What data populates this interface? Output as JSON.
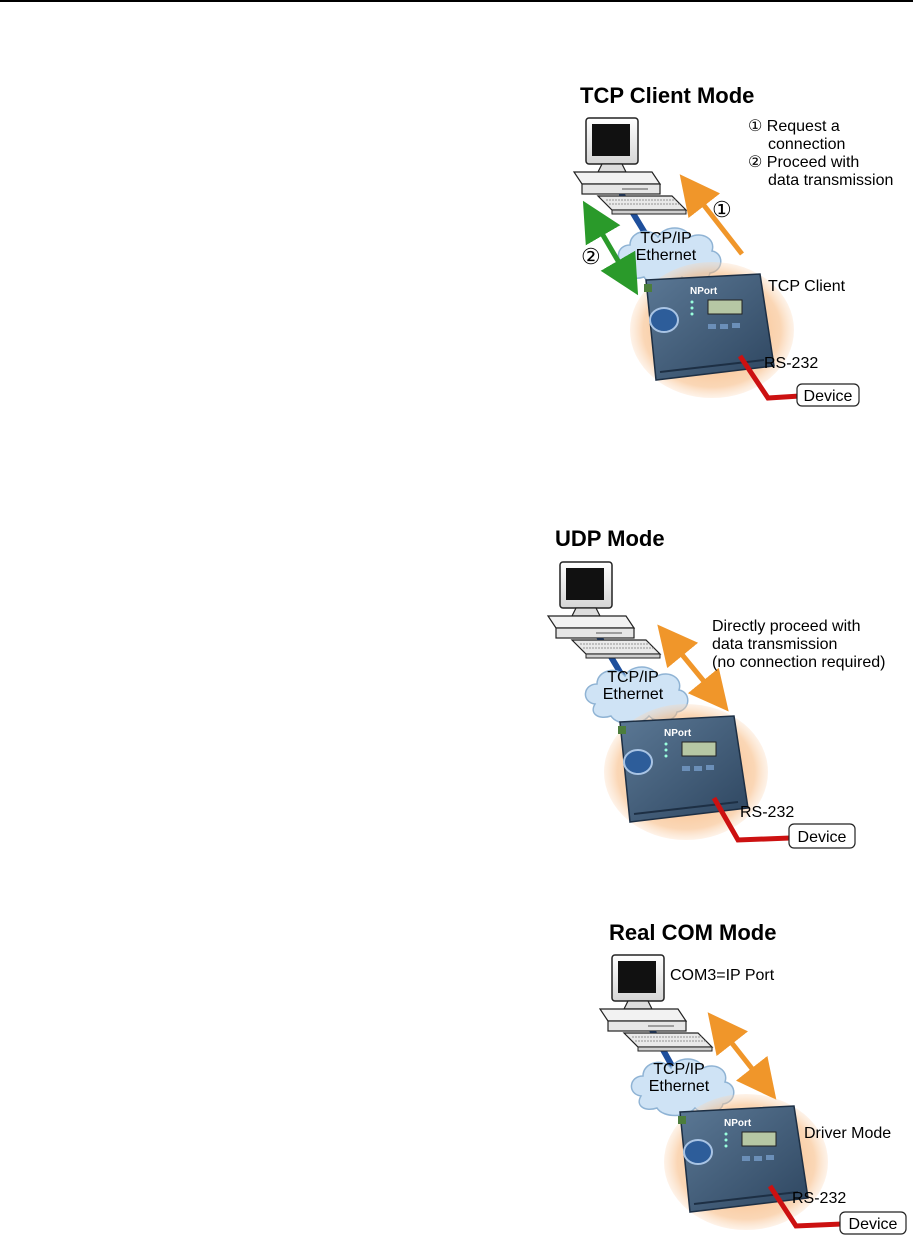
{
  "sections": [
    {
      "title": "TCP Client Mode",
      "cloud": {
        "line1": "TCP/IP",
        "line2": "Ethernet"
      },
      "step1_marker": "①",
      "step2_marker": "②",
      "notes": [
        "① Request a",
        "connection",
        "② Proceed with",
        "data transmission"
      ],
      "device_label": "TCP Client",
      "serial_label": "RS-232",
      "device_box": "Device"
    },
    {
      "title": "UDP Mode",
      "cloud": {
        "line1": "TCP/IP",
        "line2": "Ethernet"
      },
      "notes": [
        "Directly proceed with",
        "data transmission",
        "(no connection required)"
      ],
      "serial_label": "RS-232",
      "device_box": "Device"
    },
    {
      "title": "Real COM Mode",
      "cloud": {
        "line1": "TCP/IP",
        "line2": "Ethernet"
      },
      "pc_label": "COM3=IP Port",
      "device_label": "Driver Mode",
      "serial_label": "RS-232",
      "device_box": "Device"
    }
  ],
  "colors": {
    "ethernet_cable": "#1e4f9c",
    "serial_cable": "#cc1111",
    "request_arrow": "#f0962a",
    "data_arrow": "#2a9a2a",
    "cloud_fill": "#cfe3f5",
    "glow": "#f7a35c",
    "nport_body": "#3c5a7a"
  },
  "icons": [
    "desktop-computer-icon",
    "nport-server-icon",
    "cloud-icon",
    "arrow-icon"
  ]
}
